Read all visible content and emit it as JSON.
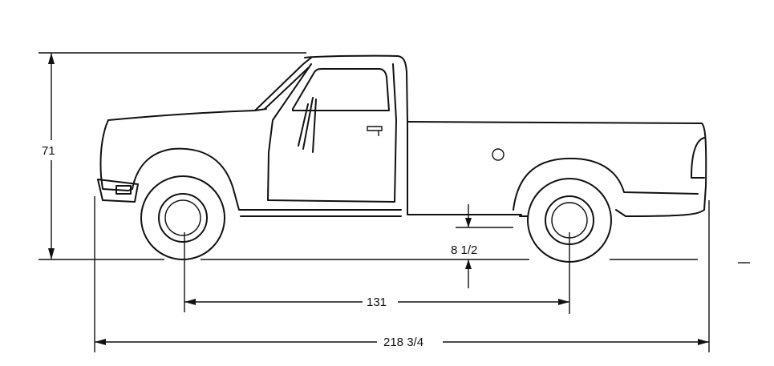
{
  "dimensions": {
    "height": "71",
    "ground_clearance": "8 1/2",
    "wheelbase": "131",
    "overall_length": "218 3/4"
  },
  "colors": {
    "ink": "#111111",
    "background": "#ffffff"
  }
}
